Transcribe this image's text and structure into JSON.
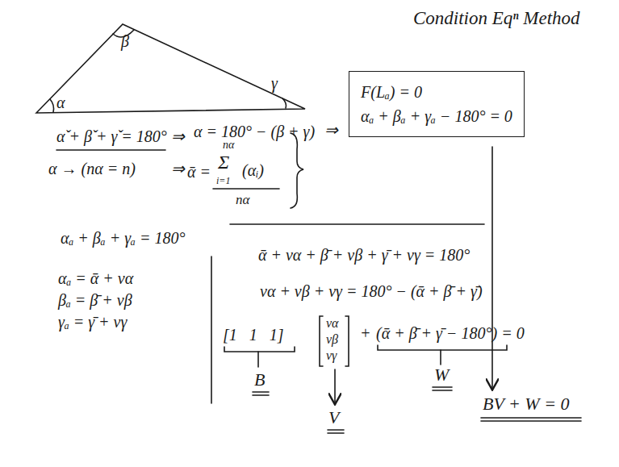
{
  "diagram": {
    "title": "Condition Eqⁿ Method",
    "nodes": [
      {
        "text": [
          "F(Lₐ) = 0",
          "αₐ + βₐ + γₐ − 180° = 0"
        ]
      }
    ],
    "labels": [
      "β",
      "α",
      "γ",
      "α̌ + β̌ + γ̌ = 180°",
      "⇒",
      "α = 180° − (β + γ)",
      "⇒",
      "α → (nα = n)",
      "⇒",
      "ᾱ =",
      "nα",
      "Σ",
      "i=1",
      "(αᵢ)",
      "nα",
      "αₐ + βₐ + γₐ = 180°",
      "αₐ = ᾱ + vα",
      "βₐ = β̄ + vβ",
      "γₐ = γ̄ + vγ",
      "ᾱ + vα + β̄ + vβ + γ̄ + vγ = 180°",
      "vα + vβ + vγ = 180° − (ᾱ + β̄ + γ̄)",
      "[1   1   1]",
      "vα",
      "vβ",
      "vγ",
      "+",
      "(ᾱ + β̄ + γ̄ − 180°) = 0",
      "B",
      "V",
      "W",
      "BV + W = 0"
    ]
  }
}
